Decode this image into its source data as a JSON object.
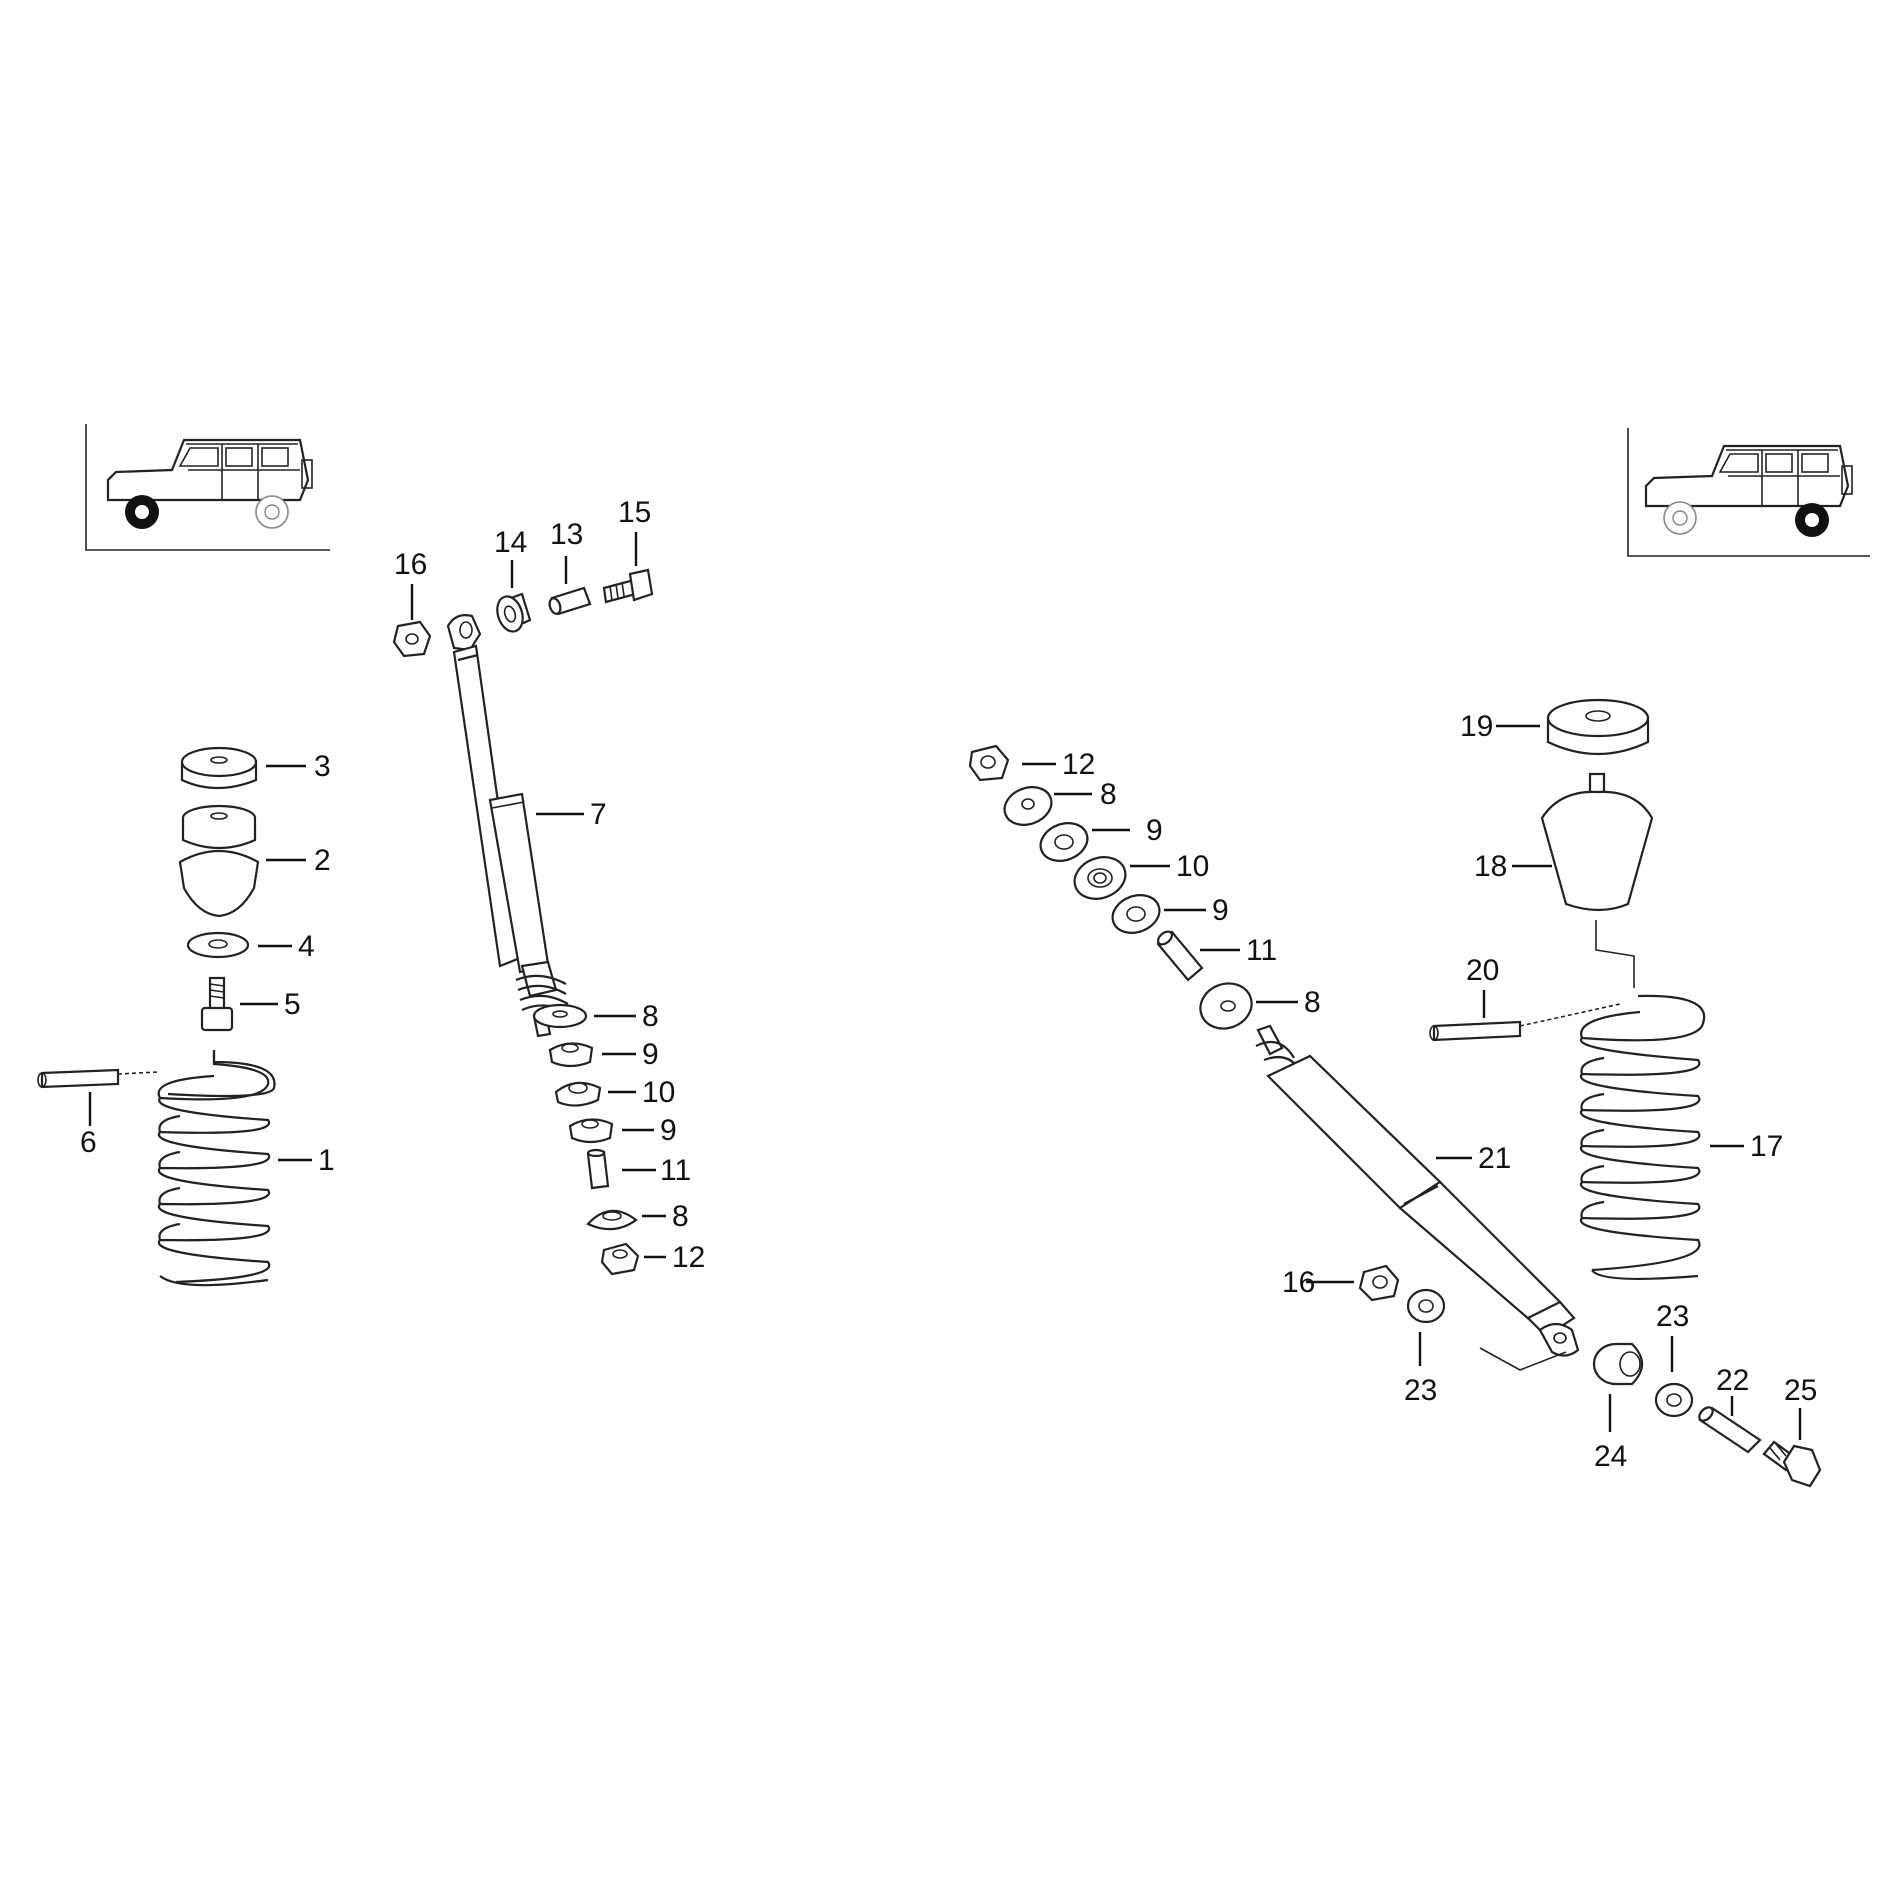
{
  "callouts": {
    "front": {
      "n1": "1",
      "n2": "2",
      "n3": "3",
      "n4": "4",
      "n5": "5",
      "n6": "6",
      "n7": "7",
      "n8a": "8",
      "n9a": "9",
      "n10": "10",
      "n9b": "9",
      "n11": "11",
      "n8b": "8",
      "n12": "12",
      "n13": "13",
      "n14": "14",
      "n15": "15",
      "n16": "16"
    },
    "rear": {
      "n12": "12",
      "n8a": "8",
      "n9a": "9",
      "n10": "10",
      "n9b": "9",
      "n11": "11",
      "n8b": "8",
      "n16": "16",
      "n17": "17",
      "n18": "18",
      "n19": "19",
      "n20": "20",
      "n21": "21",
      "n22": "22",
      "n23a": "23",
      "n23b": "23",
      "n24": "24",
      "n25": "25"
    }
  },
  "icons": {
    "front_vehicle": "suv-front-axle-highlight-icon",
    "rear_vehicle": "suv-rear-axle-highlight-icon"
  }
}
